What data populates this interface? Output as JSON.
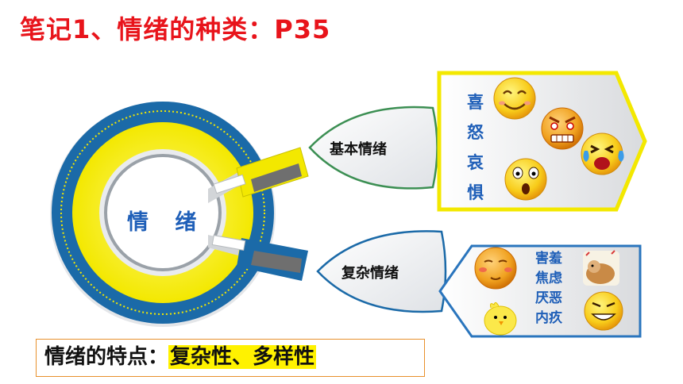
{
  "title": "笔记1、情绪的种类：P35",
  "center": {
    "label": "情 绪"
  },
  "basic": {
    "label": "基本情绪",
    "items": [
      "喜",
      "怒",
      "哀",
      "惧"
    ]
  },
  "complex": {
    "label": "复杂情绪",
    "items": [
      "害羞",
      "焦虑",
      "厌恶",
      "内疚"
    ]
  },
  "features": {
    "prefix": "情绪的特点：",
    "value": "复杂性、多样性"
  },
  "colors": {
    "title": "#e8141b",
    "accent_blue": "#1f5fb8",
    "ring_yellow": "#fff200",
    "ring_blue": "#1b6aa8",
    "highlight": "#fff200"
  },
  "icons": [
    "smile-emoji-icon",
    "angry-emoji-icon",
    "crying-emoji-icon",
    "surprised-emoji-icon",
    "shy-emoji-icon",
    "chick-icon",
    "duck-sticker-icon",
    "grin-emoji-icon"
  ]
}
